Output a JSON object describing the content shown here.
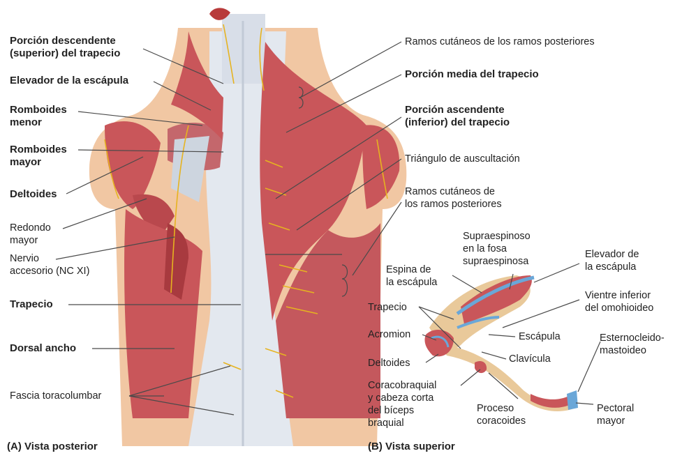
{
  "colors": {
    "muscle": "#c9565a",
    "muscle_dark": "#a83a3f",
    "fascia": "#e3e8ef",
    "skin": "#f1c7a3",
    "nerve": "#e6b320",
    "bone": "#e9c99a",
    "leader": "#4a4a4a",
    "cartilage": "#6aa7d8"
  },
  "panel_a": {
    "caption": "(A) Vista posterior",
    "labels_left": [
      {
        "line1": "Porción descendente",
        "line2": "(superior) del trapecio",
        "bold": true
      },
      {
        "line1": "Elevador de la escápula",
        "line2": "",
        "bold": true
      },
      {
        "line1": "Romboides",
        "line2": "menor",
        "bold": true
      },
      {
        "line1": "Romboides",
        "line2": "mayor",
        "bold": true
      },
      {
        "line1": "Deltoides",
        "line2": "",
        "bold": true
      },
      {
        "line1": "Redondo",
        "line2": "mayor",
        "bold": false
      },
      {
        "line1": "Nervio",
        "line2": "accesorio (NC XI)",
        "bold": false
      },
      {
        "line1": "Trapecio",
        "line2": "",
        "bold": true
      },
      {
        "line1": "Dorsal ancho",
        "line2": "",
        "bold": true
      },
      {
        "line1": "Fascia toracolumbar",
        "line2": "",
        "bold": false
      }
    ],
    "labels_right": [
      {
        "line1": "Ramos cutáneos de los ramos posteriores",
        "line2": "",
        "bold": false
      },
      {
        "line1": "Porción media del trapecio",
        "line2": "",
        "bold": true
      },
      {
        "line1": "Porción ascendente",
        "line2": "(inferior) del trapecio",
        "bold": true
      },
      {
        "line1": "Triángulo de auscultación",
        "line2": "",
        "bold": false
      },
      {
        "line1": "Ramos cutáneos de",
        "line2": "los ramos posteriores",
        "bold": false
      }
    ]
  },
  "panel_b": {
    "caption": "(B) Vista superior",
    "labels": [
      {
        "line1": "Supraespinoso",
        "line2": "en la fosa",
        "line3": "supraespinosa",
        "line4": ""
      },
      {
        "line1": "Elevador de",
        "line2": "la escápula",
        "line3": "",
        "line4": ""
      },
      {
        "line1": "Espina de",
        "line2": "la escápula",
        "line3": "",
        "line4": ""
      },
      {
        "line1": "Vientre inferior",
        "line2": "del omohioideo",
        "line3": "",
        "line4": ""
      },
      {
        "line1": "Trapecio",
        "line2": "",
        "line3": "",
        "line4": ""
      },
      {
        "line1": "Escápula",
        "line2": "",
        "line3": "",
        "line4": ""
      },
      {
        "line1": "Acromion",
        "line2": "",
        "line3": "",
        "line4": ""
      },
      {
        "line1": "Esternocleido-",
        "line2": "mastoideo",
        "line3": "",
        "line4": ""
      },
      {
        "line1": "Clavícula",
        "line2": "",
        "line3": "",
        "line4": ""
      },
      {
        "line1": "Deltoides",
        "line2": "",
        "line3": "",
        "line4": ""
      },
      {
        "line1": "Coracobraquial",
        "line2": "y cabeza corta",
        "line3": "del bíceps",
        "line4": "braquial"
      },
      {
        "line1": "Proceso",
        "line2": "coracoides",
        "line3": "",
        "line4": ""
      },
      {
        "line1": "Pectoral",
        "line2": "mayor",
        "line3": "",
        "line4": ""
      }
    ]
  }
}
